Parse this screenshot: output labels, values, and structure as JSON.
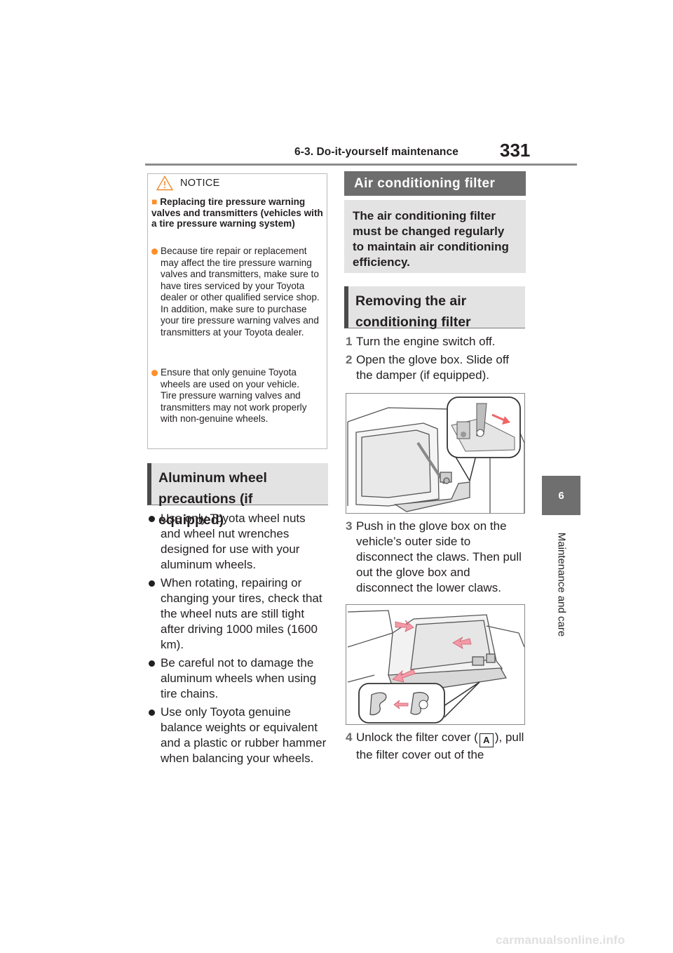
{
  "header": {
    "section_title": "6-3. Do-it-yourself maintenance",
    "page_number": "331"
  },
  "side_tab": {
    "chapter_number": "6",
    "chapter_title": "Maintenance and care"
  },
  "notice": {
    "label": "NOTICE",
    "heading_marker": "■",
    "heading": "Replacing tire pressure warning valves and transmitters (vehicles with a tire pressure warning system)",
    "items": [
      "Because tire repair or replacement may affect the tire pressure warning valves and transmitters, make sure to have tires serviced by your Toyota dealer or other qualified service shop. In addition, make sure to purchase your tire pressure warning valves and transmitters at your Toyota dealer.",
      "Ensure that only genuine Toyota wheels are used on your vehicle.\nTire pressure warning valves and transmitters may not work properly with non-genuine wheels."
    ]
  },
  "aluminum_section": {
    "heading": "Aluminum wheel precautions (if equipped)",
    "bullets": [
      "Use only Toyota wheel nuts and wheel nut wrenches designed for use with your aluminum wheels.",
      "When rotating, repairing or changing your tires, check that the wheel nuts are still tight after driving 1000 miles (1600 km).",
      "Be careful not to damage the aluminum wheels when using tire chains.",
      "Use only Toyota genuine balance weights or equivalent and a plastic or rubber hammer when balancing your wheels."
    ]
  },
  "ac_filter": {
    "heading": "Air conditioning filter",
    "intro": "The air conditioning filter must be changed regularly to maintain air conditioning efficiency.",
    "removing_heading": "Removing the air conditioning filter",
    "steps": [
      {
        "num": "1",
        "text": "Turn the engine switch off."
      },
      {
        "num": "2",
        "text": "Open the glove box. Slide off the damper (if equipped)."
      },
      {
        "num": "3",
        "text": "Push in the glove box on the vehicle’s outer side to disconnect the claws. Then pull out the glove box and disconnect the lower claws."
      },
      {
        "num": "4",
        "text_before": "Unlock the filter cover (",
        "callout": "A",
        "text_after": "), pull the filter cover out of the"
      }
    ]
  },
  "footer": {
    "watermark": "carmanualsonline.info"
  },
  "colors": {
    "accent_orange": "#ff8f2a",
    "tab_gray": "#6f6f6f",
    "bar_gray": "#e3e3e3",
    "dark_bar": "#6d6d6d"
  }
}
